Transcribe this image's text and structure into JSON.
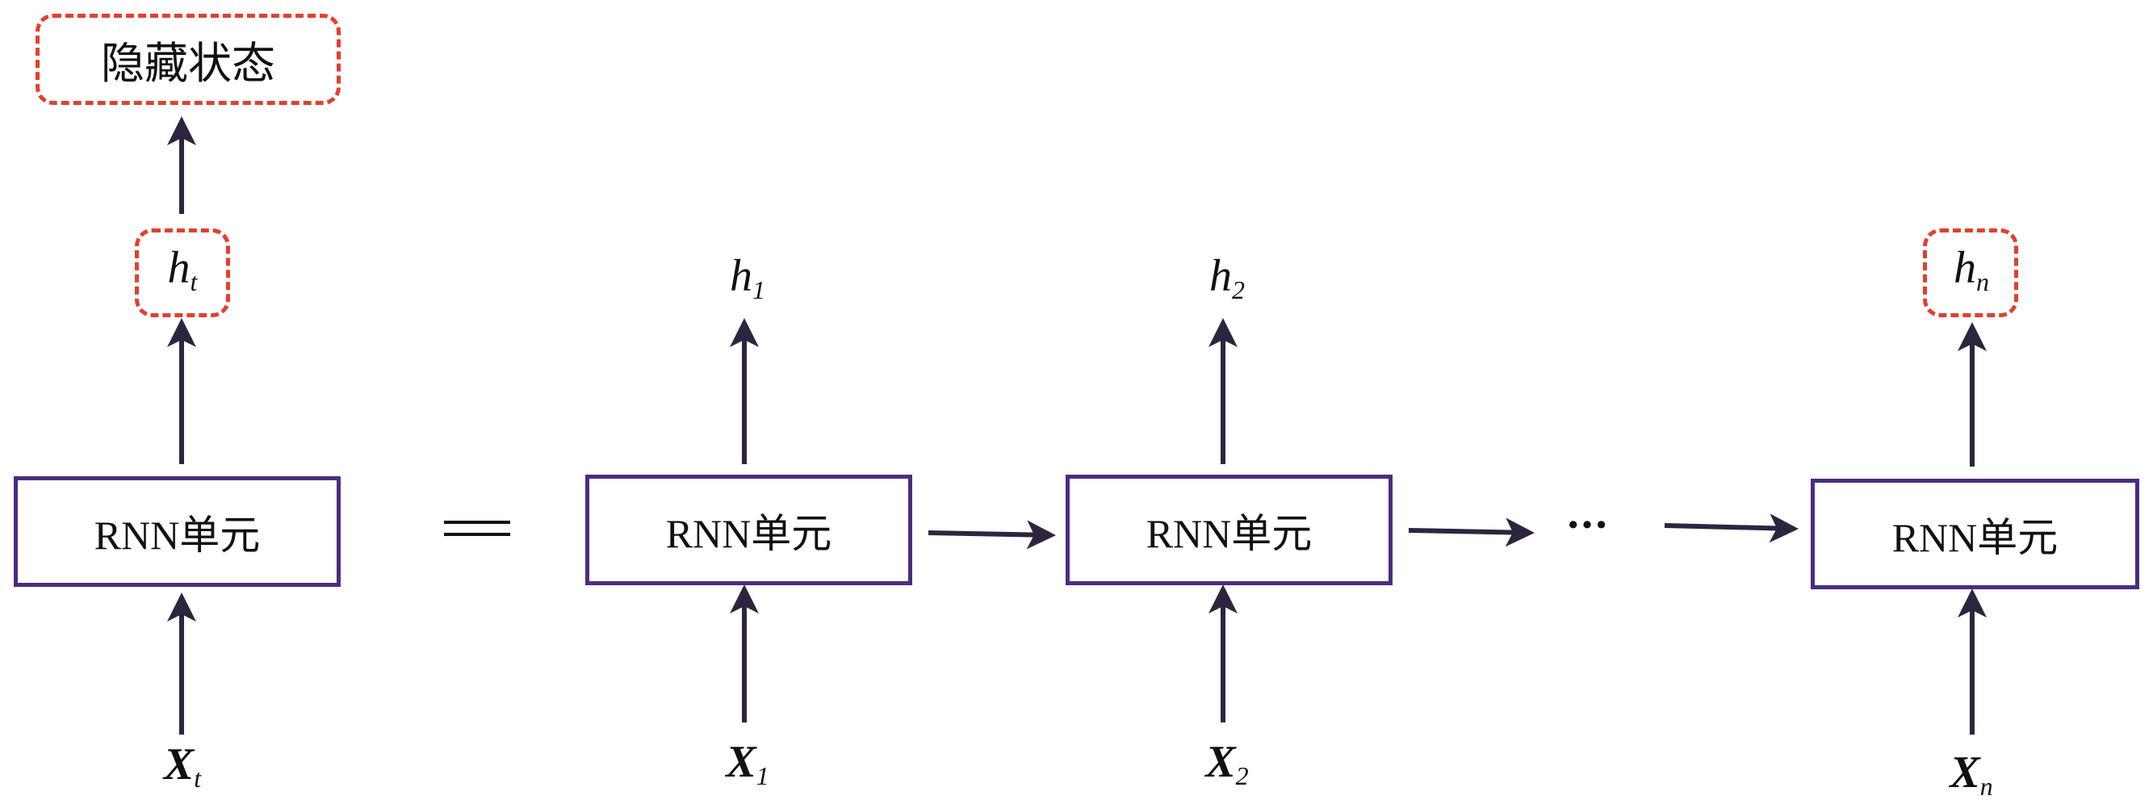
{
  "colors": {
    "cell_border": "#4b2d7f",
    "arrow": "#2d2540",
    "highlight": "#e2402f"
  },
  "hidden_state": {
    "label": "隐藏状态"
  },
  "folded": {
    "cell_label": "RNN单元",
    "output": {
      "base": "h",
      "sub": "t"
    },
    "input": {
      "base": "X",
      "sub": "t"
    }
  },
  "equals": "=",
  "unrolled": [
    {
      "cell_label": "RNN单元",
      "output": {
        "base": "h",
        "sub": "1"
      },
      "input": {
        "base": "X",
        "sub": "1"
      }
    },
    {
      "cell_label": "RNN单元",
      "output": {
        "base": "h",
        "sub": "2"
      },
      "input": {
        "base": "X",
        "sub": "2"
      }
    },
    {
      "cell_label": "RNN单元",
      "output": {
        "base": "h",
        "sub": "n"
      },
      "input": {
        "base": "X",
        "sub": "n"
      }
    }
  ],
  "ellipsis": "···"
}
